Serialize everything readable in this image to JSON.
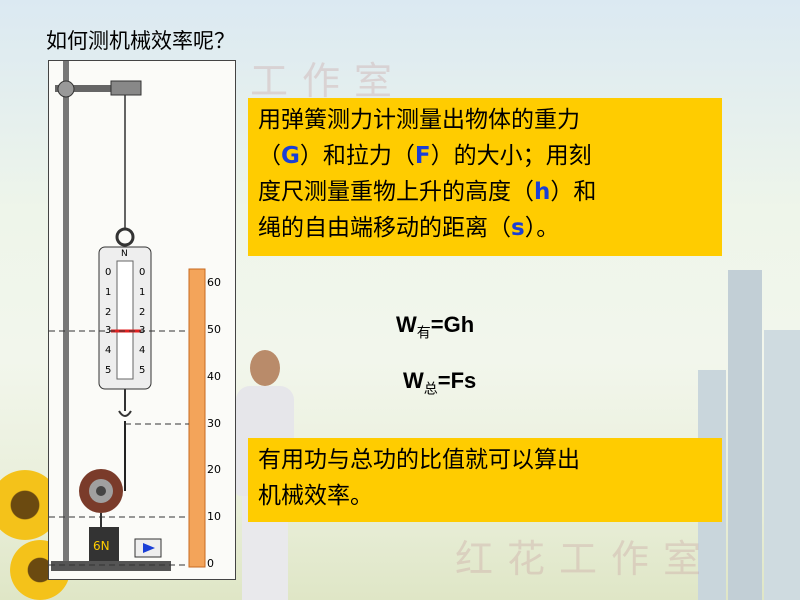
{
  "slide": {
    "title": "如何测机械效率呢？",
    "watermark_top": "工作室",
    "watermark_bottom": "红花工作室"
  },
  "apparatus": {
    "scale_ticks": [
      "60",
      "50",
      "40",
      "30",
      "20",
      "10",
      "0"
    ],
    "meter_top_label": "N",
    "meter_left": [
      "0",
      "1",
      "2",
      "3",
      "4",
      "5"
    ],
    "meter_right": [
      "0",
      "1",
      "2",
      "3",
      "4",
      "5"
    ],
    "weight_label": "6N",
    "play_icon": "play-icon"
  },
  "box1": {
    "line1": "用弹簧测力计测量出物体的重力",
    "l2a": "（",
    "G": "G",
    "l2b": "）和拉力（",
    "F": "F",
    "l2c": "）的大小；用刻",
    "l3a": "度尺测量重物上升的高度（",
    "h": "h",
    "l3b": "）和",
    "l4a": "绳的自由端移动的距离（",
    "s": "s",
    "l4b": "）。"
  },
  "formulas": {
    "w_useful": "W",
    "w_useful_sub": "有",
    "w_useful_rhs": "=Gh",
    "w_total": "W",
    "w_total_sub": "总",
    "w_total_rhs": "=Fs"
  },
  "box2": {
    "line1": "有用功与总功的比值就可以算出",
    "line2": "机械效率。"
  },
  "colors": {
    "highlight_box": "#ffcc00",
    "variable_blue": "#1a3fd6",
    "ruler_orange": "#f3a45a",
    "indicator_red": "#e02020"
  }
}
